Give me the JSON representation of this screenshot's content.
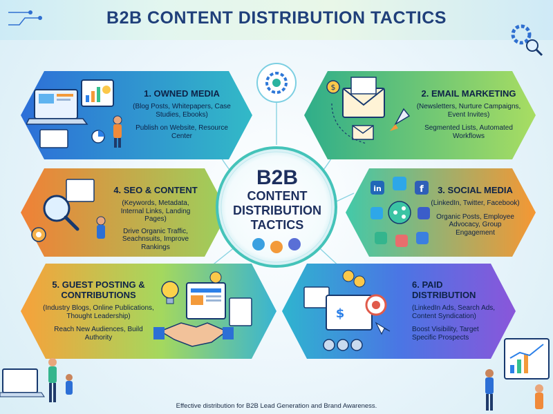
{
  "title": "B2B CONTENT DISTRIBUTION TACTICS",
  "center": {
    "line1": "B2B",
    "line2": "CONTENT",
    "line3": "DISTRIBUTION",
    "line4": "TACTICS"
  },
  "tactics": [
    {
      "title": "1. OWNED MEDIA",
      "detail": "(Blog Posts, Whitepapers, Case Studies, Ebooks)",
      "action": "Publish on Website, Resource Center",
      "icons": [
        "laptop-icon",
        "monitor-chart-icon",
        "person-icon"
      ]
    },
    {
      "title": "2. EMAIL MARKETING",
      "detail": "(Newsletters, Nurture Campaigns, Event Invites)",
      "action": "Segmented Lists, Automated Workflows",
      "icons": [
        "envelope-icon",
        "rocket-icon",
        "dollar-coin-icon"
      ]
    },
    {
      "title": "4. SEO & CONTENT",
      "detail": "(Keywords, Metadata, Internal Links, Landing Pages)",
      "action": "Drive Organic Traffic, Seachnsuits, Improve Rankings",
      "icons": [
        "magnifier-icon",
        "gear-icon",
        "person-icon"
      ]
    },
    {
      "title": "3. SOCIAL MEDIA",
      "detail": "(LinkedIn, Twitter, Facebook)",
      "action": "Organic Posts, Employee Advocacy, Group Engagement",
      "icons": [
        "linkedin-icon",
        "twitter-icon",
        "facebook-icon",
        "share-icon"
      ]
    },
    {
      "title": "5. GUEST POSTING & CONTRIBUTIONS",
      "detail": "(Industry Blogs, Online Publications, Thought Leadership)",
      "action": "Reach New Audiences, Build Authority",
      "icons": [
        "lightbulb-icon",
        "handshake-icon",
        "document-icon"
      ]
    },
    {
      "title": "6. PAID DISTRIBUTION",
      "detail": "(LinkedIn Ads, Search Ads, Content Syndication)",
      "action": "Boost Visibility, Target Specific Prospects",
      "icons": [
        "target-icon",
        "dollar-coin-icon",
        "gear-icon"
      ]
    }
  ],
  "footer": "Effective distribution for B2B Lead Generation and Brand Awareness.",
  "colors": {
    "title": "#1f3f7a",
    "owned_media": "#3b7fe0",
    "email_marketing": "#3cc19a",
    "seo_content": "#e9883b",
    "social_media": "#f5a33a",
    "guest_posting": "#3ab6cf",
    "paid_distribution": "#4b6fe6"
  }
}
